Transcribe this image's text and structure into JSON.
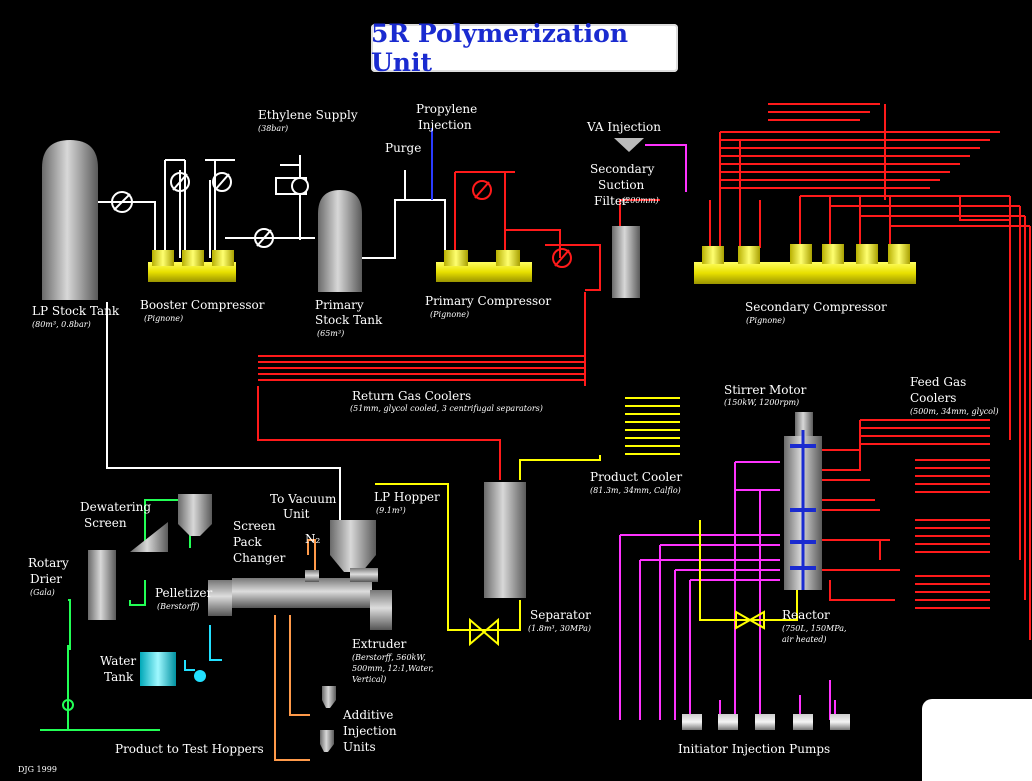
{
  "title": "5R Polymerization Unit",
  "footer": "DJG 1999",
  "labels": {
    "lp_stock_tank": "LP Stock Tank",
    "lp_stock_tank_sub": "(80m³, 0.8bar)",
    "booster_compressor": "Booster Compressor",
    "booster_compressor_sub": "(Pignone)",
    "ethylene_supply": "Ethylene Supply",
    "ethylene_supply_sub": "(38bar)",
    "propylene_injection_1": "Propylene",
    "propylene_injection_2": "Injection",
    "purge": "Purge",
    "primary_stock_tank_1": "Primary",
    "primary_stock_tank_2": "Stock Tank",
    "primary_stock_tank_sub": "(65m³)",
    "primary_compressor": "Primary Compressor",
    "primary_compressor_sub": "(Pignone)",
    "va_injection": "VA Injection",
    "secondary_suction_1": "Secondary",
    "secondary_suction_2": "Suction",
    "secondary_suction_3": "Filter",
    "secondary_suction_sub": "(200mm)",
    "secondary_compressor": "Secondary Compressor",
    "secondary_compressor_sub": "(Pignone)",
    "return_gas_coolers": "Return Gas Coolers",
    "return_gas_coolers_sub": "(51mm, glycol cooled, 3 centrifugal separators)",
    "stirrer_motor": "Stirrer Motor",
    "stirrer_motor_sub": "(150kW, 1200rpm)",
    "feed_gas_coolers_1": "Feed Gas",
    "feed_gas_coolers_2": "Coolers",
    "feed_gas_coolers_sub": "(500m, 34mm, glycol)",
    "product_cooler": "Product Cooler",
    "product_cooler_sub": "(81.3m, 34mm, Calflo)",
    "to_vacuum_unit_1": "To Vacuum",
    "to_vacuum_unit_2": "Unit",
    "lp_hopper": "LP Hopper",
    "lp_hopper_sub": "(9.1m³)",
    "dewatering_screen_1": "Dewatering",
    "dewatering_screen_2": "Screen",
    "screen_pack_changer_1": "Screen",
    "screen_pack_changer_2": "Pack",
    "screen_pack_changer_3": "Changer",
    "n2": "N₂",
    "rotary_drier": "Rotary",
    "rotary_drier_2": "Drier",
    "rotary_drier_sub": "(Gala)",
    "pelletizer": "Pelletizer",
    "pelletizer_sub": "(Berstorff)",
    "water_tank_1": "Water",
    "water_tank_2": "Tank",
    "extruder": "Extruder",
    "extruder_sub_1": "(Berstorff, 560kW,",
    "extruder_sub_2": "500mm, 12:1,Water,",
    "extruder_sub_3": "Vertical)",
    "separator": "Separator",
    "separator_sub": "(1.8m³, 30MPa)",
    "reactor": "Reactor",
    "reactor_sub_1": "(750L, 150MPa,",
    "reactor_sub_2": "air heated)",
    "additive_1": "Additive",
    "additive_2": "Injection",
    "additive_3": "Units",
    "product_to_test": "Product to Test Hoppers",
    "initiator_pumps": "Initiator Injection Pumps"
  },
  "colors": {
    "gas_white": "#ffffff",
    "ethylene_red": "#ff1a1a",
    "propylene_blue": "#2a3bff",
    "va_magenta": "#ff33ff",
    "product_yellow": "#ffff00",
    "additive_orange": "#ff9a4a",
    "water_green": "#22ff55",
    "water_cyan": "#22e0ff",
    "title_blue": "#1a2bd0"
  }
}
